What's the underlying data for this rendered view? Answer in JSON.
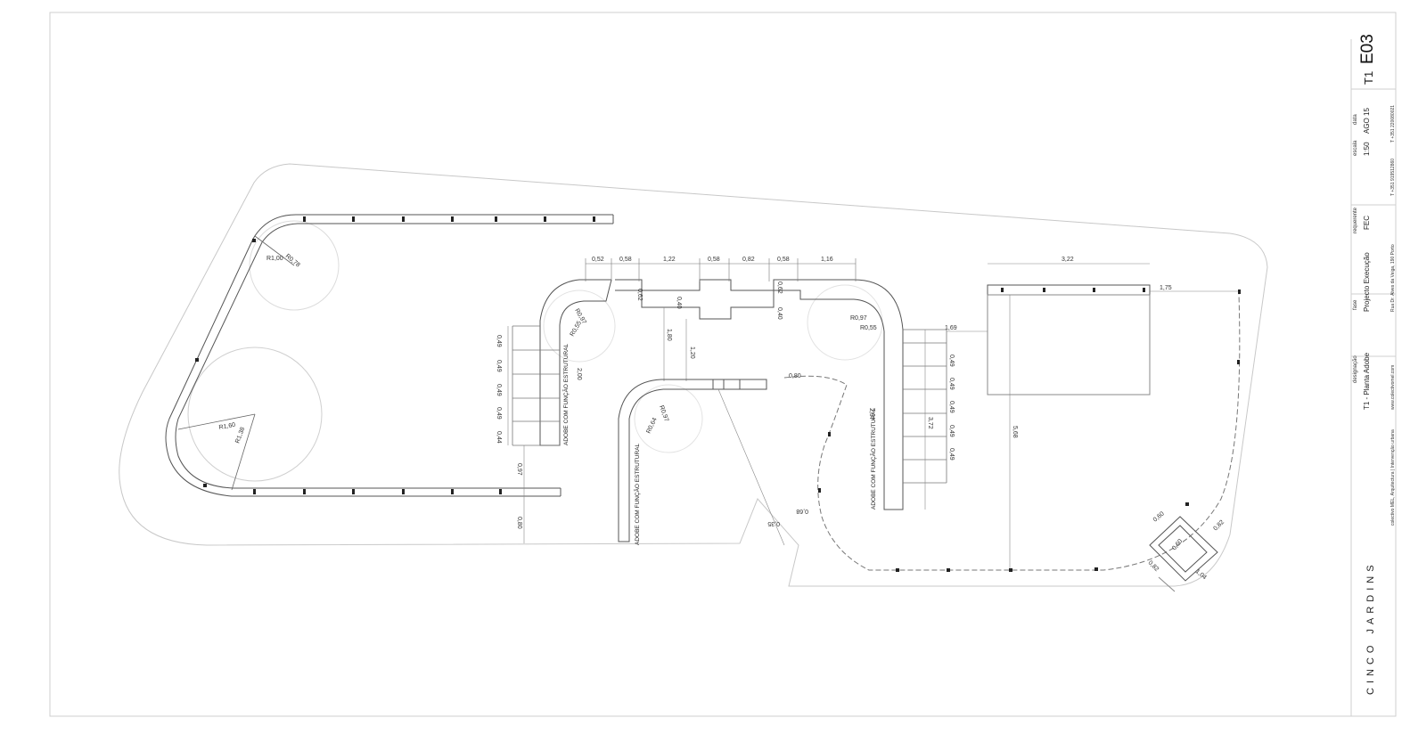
{
  "title_block": {
    "drawing_code": "E03",
    "sheet_prefix": "T1",
    "scale_label": "escala",
    "scale_value": "1:50",
    "date_label": "data",
    "date_value": "AGO 15",
    "client_label": "requerente",
    "client_value": "FEC",
    "phase_label": "fase",
    "phase_value": "Projecto Execução",
    "designation_label": "designação",
    "designation_value": "T1 - Planta Adobe",
    "office_name": "colectivo MEL, Arquitectura | Intervenção urbana",
    "office_web": "www.colectivomel.com",
    "address": "Rua Dr. Alves da Veiga, 190 Porto",
    "phone_1": "T +351 919512860",
    "phone_2": "T +351 220080021",
    "project_name": "CINCO JARDINS"
  },
  "notes": {
    "structural_wall_left": "ADOBE COM FUNÇÃO ESTRUTURAL",
    "structural_wall_center": "ADOBE COM FUNÇÃO ESTRUTURAL",
    "structural_wall_right": "ADOBE COM FUNÇÃO ESTRUTURAL"
  },
  "dimensions": {
    "top_run": [
      "0,52",
      "0,58",
      "1,22",
      "0,58",
      "0,82",
      "0,58",
      "1,16"
    ],
    "rect_width": "3,22",
    "rect_offset": "1,75",
    "dim_169": "1,69",
    "dim_568": "5,68",
    "left_stack": [
      "0,49",
      "0,49",
      "0,49",
      "0,49",
      "0,44"
    ],
    "right_stack": [
      "0,49",
      "0,49",
      "0,49",
      "0,49",
      "0,49"
    ],
    "dim_097": "0,97",
    "dim_080": "0,80",
    "dim_200": "2,00",
    "dim_180": "1,80",
    "dim_120": "1,20",
    "dim_040": "0,40",
    "dim_062a": "0,62",
    "dim_062b": "0,62",
    "dim_040b": "0,40",
    "dim_372": "3,72",
    "dim_297": "2,97",
    "dim_080b": "0,80",
    "dim_068": "0,68",
    "dim_035": "0,35",
    "dim_060": "0,60",
    "dim_082a": "0,82",
    "dim_082b": "0,82",
    "dim_060b": "0,60",
    "dim_104": "1,04"
  },
  "radii": {
    "r100": "R1,00",
    "r078": "R0,78",
    "r160": "R1,60",
    "r138": "R1,38",
    "r097a": "R0,97",
    "r055a": "R0,55",
    "r097b": "R0,97",
    "r064": "R0,64",
    "r097c": "R0,97",
    "r055b": "R0,55"
  }
}
